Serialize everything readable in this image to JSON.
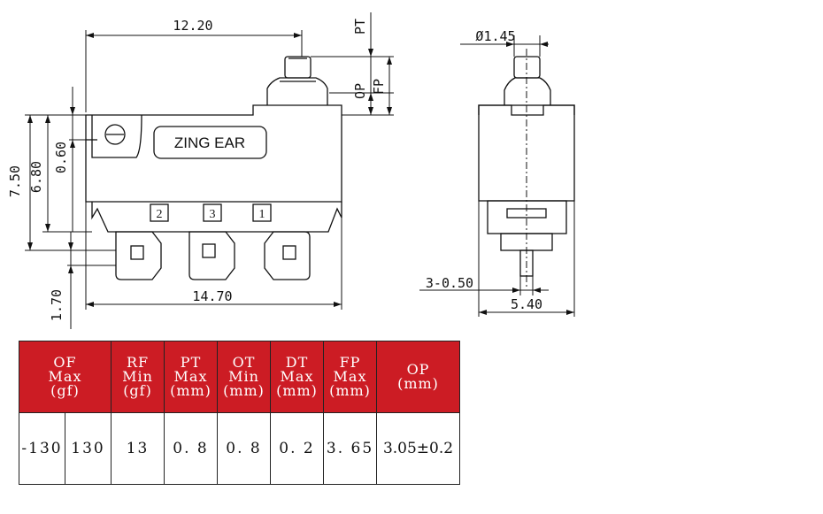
{
  "dimensions": {
    "total_length": "12.20",
    "pt": "PT",
    "op": "OP",
    "fp": "FP",
    "height_750": "7.50",
    "height_680": "6.80",
    "offset_060": "0.60",
    "terminal_170": "1.70",
    "body_width": "14.70",
    "plunger_dia": "Ø1.45",
    "terminal_thick": "3-0.50",
    "side_width": "5.40"
  },
  "brand": "ZING EAR",
  "pins": [
    "2",
    "3",
    "1"
  ],
  "table": {
    "headers": [
      [
        "OF",
        "Max",
        "(gf)"
      ],
      [
        "RF",
        "Min",
        "(gf)"
      ],
      [
        "PT",
        "Max",
        "(mm)"
      ],
      [
        "OT",
        "Min",
        "(mm)"
      ],
      [
        "DT",
        "Max",
        "(mm)"
      ],
      [
        "FP",
        "Max",
        "(mm)"
      ],
      [
        "OP",
        "(mm)"
      ]
    ],
    "values": [
      "-130",
      "130",
      "13",
      "0. 8",
      "0. 8",
      "0. 2",
      "3. 65",
      "3.05±0.2"
    ],
    "header_color": "#cc1c24"
  }
}
